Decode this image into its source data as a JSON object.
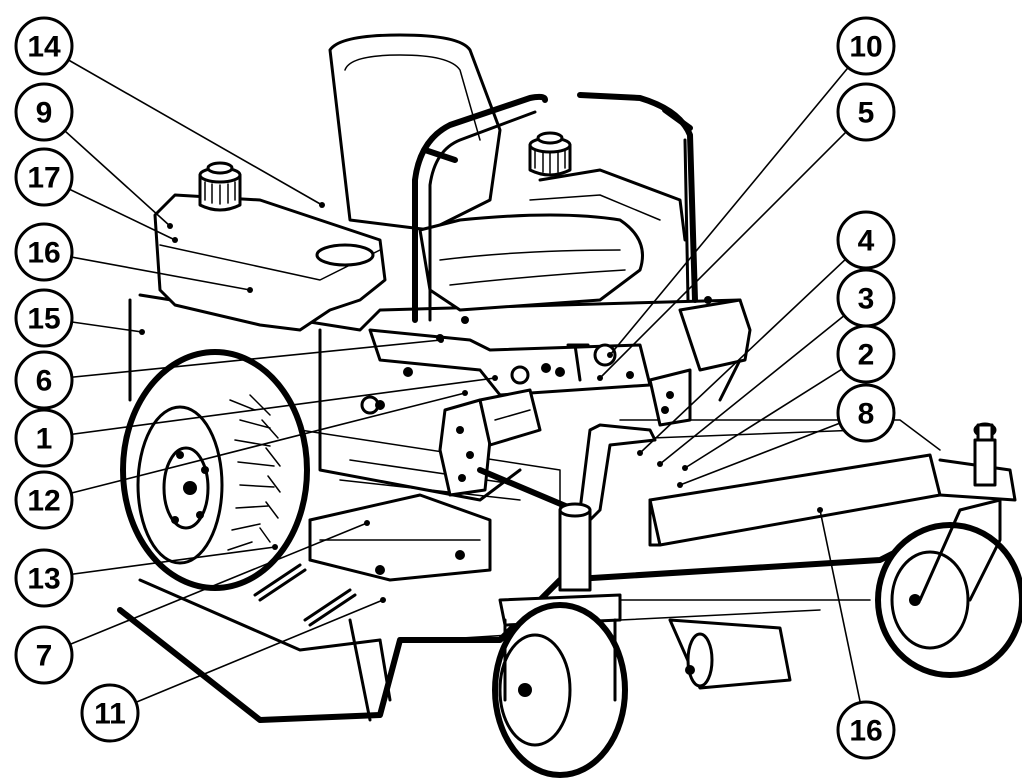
{
  "callouts": [
    {
      "id": "c14",
      "label": "14"
    },
    {
      "id": "c9",
      "label": "9"
    },
    {
      "id": "c17",
      "label": "17"
    },
    {
      "id": "c16a",
      "label": "16"
    },
    {
      "id": "c15",
      "label": "15"
    },
    {
      "id": "c6",
      "label": "6"
    },
    {
      "id": "c1",
      "label": "1"
    },
    {
      "id": "c12",
      "label": "12"
    },
    {
      "id": "c13",
      "label": "13"
    },
    {
      "id": "c7",
      "label": "7"
    },
    {
      "id": "c11",
      "label": "11"
    },
    {
      "id": "c10",
      "label": "10"
    },
    {
      "id": "c5",
      "label": "5"
    },
    {
      "id": "c4",
      "label": "4"
    },
    {
      "id": "c3",
      "label": "3"
    },
    {
      "id": "c2",
      "label": "2"
    },
    {
      "id": "c8",
      "label": "8"
    },
    {
      "id": "c16b",
      "label": "16"
    }
  ]
}
